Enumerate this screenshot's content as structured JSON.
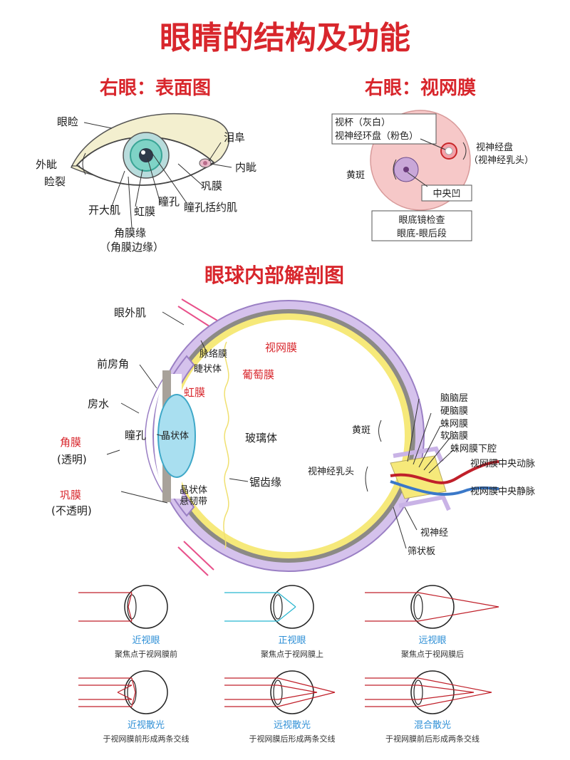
{
  "title": "眼睛的结构及功能",
  "surface": {
    "heading": "右眼：表面图",
    "labels": {
      "eyelid": "眼睑",
      "lacrimal": "泪阜",
      "outer_canthus": "外眦",
      "palpebral_fissure": "睑裂",
      "inner_canthus": "内眦",
      "sclera": "巩膜",
      "dilator": "开大肌",
      "iris": "虹膜",
      "pupil": "瞳孔",
      "sphincter": "瞳孔括约肌",
      "limbus": "角膜缘",
      "limbus2": "（角膜边缘）"
    }
  },
  "retina": {
    "heading": "右眼：视网膜",
    "labels": {
      "cup1": "视杯（灰白）",
      "cup2": "视神经环盘（粉色）",
      "disc1": "视神经盘",
      "disc2": "（视神经乳头）",
      "macula": "黄斑",
      "fovea": "中央凹",
      "fundus1": "眼底镜检查",
      "fundus2": "眼底-眼后段"
    }
  },
  "anatomy": {
    "heading": "眼球内部解剖图",
    "labels": {
      "extraocular": "眼外肌",
      "choroid": "脉络膜",
      "retina": "视网膜",
      "ciliary": "睫状体",
      "uvea": "葡萄膜",
      "angle": "前房角",
      "iris": "虹膜",
      "aqueous": "房水",
      "pupil": "瞳孔",
      "lens": "晶状体",
      "vitreous": "玻璃体",
      "cornea": "角膜",
      "cornea2": "(透明)",
      "ora": "锯齿缘",
      "sclera": "巩膜",
      "sclera2": "(不透明)",
      "zonule1": "晶状体",
      "zonule2": "悬韧带",
      "macula": "黄斑",
      "papilla": "视神经乳头",
      "dura_outer": "脑脑层",
      "dura": "硬脑膜",
      "arachnoid": "蛛网膜",
      "pia": "软脑膜",
      "subarach": "蛛网膜下腔",
      "artery": "视网膜中央动脉",
      "vein": "视网膜中央静脉",
      "nerve": "视神经",
      "lamina": "筛状板"
    }
  },
  "optics": [
    {
      "name": "近视眼",
      "desc": "聚焦点于视网膜前"
    },
    {
      "name": "正视眼",
      "desc": "聚焦点于视网膜上"
    },
    {
      "name": "远视眼",
      "desc": "聚焦点于视网膜后"
    },
    {
      "name": "近视散光",
      "desc": "于视网膜前形成两条交线"
    },
    {
      "name": "远视散光",
      "desc": "于视网膜后形成两条交线"
    },
    {
      "name": "混合散光",
      "desc": "于视网膜前后形成两条交线"
    }
  ],
  "colors": {
    "title_red": "#d8262c",
    "caption_blue": "#2e8fd6",
    "sclera_purple": "#c9b3e6",
    "retina_yellow": "#f4e46a",
    "ray_red": "#c0202a",
    "ray_cyan": "#28b6d0"
  }
}
